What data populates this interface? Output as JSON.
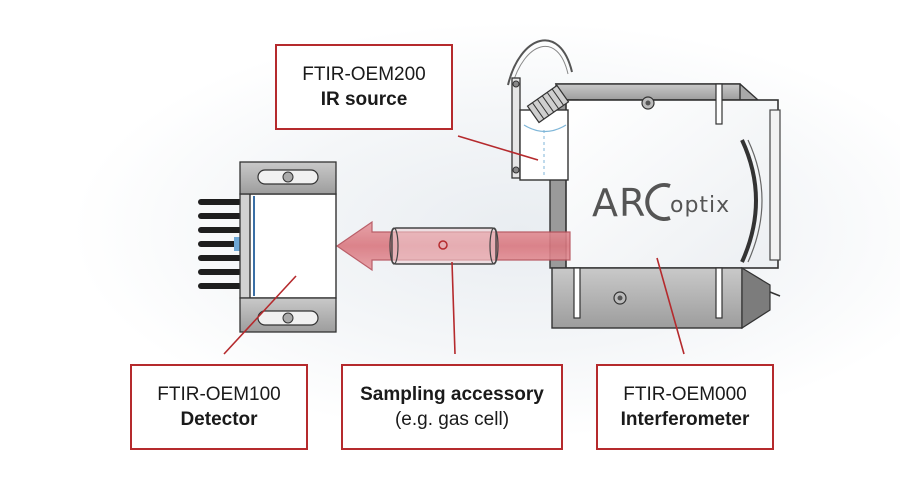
{
  "labels": {
    "ir_source": {
      "part_number": "FTIR-OEM200",
      "name": "IR source"
    },
    "detector": {
      "part_number": "FTIR-OEM100",
      "name": "Detector"
    },
    "sampling": {
      "name": "Sampling accessory",
      "note": "(e.g. gas cell)"
    },
    "interferometer": {
      "part_number": "FTIR-OEM000",
      "name": "Interferometer"
    }
  },
  "brand": {
    "logo_text": "ARCoptix"
  },
  "colors": {
    "label_border": "#b52a2d",
    "leader_line": "#b52a2d",
    "beam_fill": "#d9777f"
  }
}
